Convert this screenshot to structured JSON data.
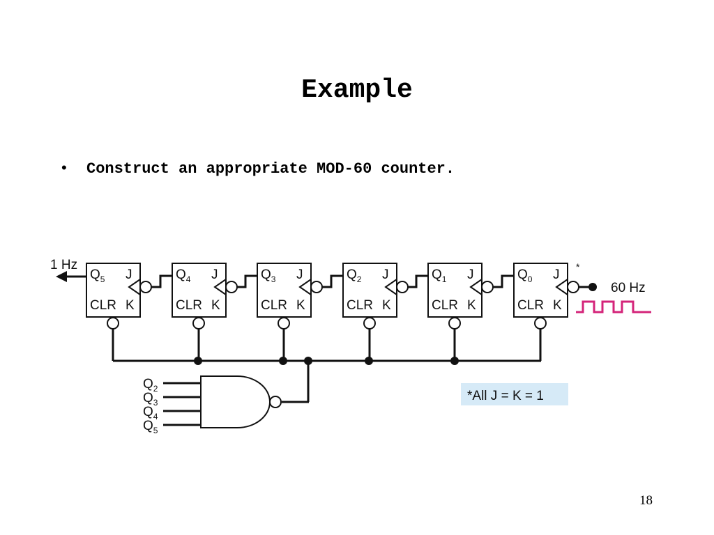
{
  "slide": {
    "title": "Example",
    "bullet": "Construct an appropriate MOD-60 counter.",
    "page_number": "18"
  },
  "diagram": {
    "output_label": "1 Hz",
    "input_label": "60 Hz",
    "asterisk": "*",
    "note": "*All J = K = 1",
    "flip_flops": [
      {
        "q": "Q",
        "sub": "5",
        "j": "J",
        "clr": "CLR",
        "k": "K"
      },
      {
        "q": "Q",
        "sub": "4",
        "j": "J",
        "clr": "CLR",
        "k": "K"
      },
      {
        "q": "Q",
        "sub": "3",
        "j": "J",
        "clr": "CLR",
        "k": "K"
      },
      {
        "q": "Q",
        "sub": "2",
        "j": "J",
        "clr": "CLR",
        "k": "K"
      },
      {
        "q": "Q",
        "sub": "1",
        "j": "J",
        "clr": "CLR",
        "k": "K"
      },
      {
        "q": "Q",
        "sub": "0",
        "j": "J",
        "clr": "CLR",
        "k": "K"
      }
    ],
    "nand_inputs": [
      {
        "q": "Q",
        "sub": "2"
      },
      {
        "q": "Q",
        "sub": "3"
      },
      {
        "q": "Q",
        "sub": "4"
      },
      {
        "q": "Q",
        "sub": "5"
      }
    ],
    "colors": {
      "clock_wave": "#d4247a",
      "note_bg": "#d6eaf7",
      "line": "#111111"
    }
  }
}
